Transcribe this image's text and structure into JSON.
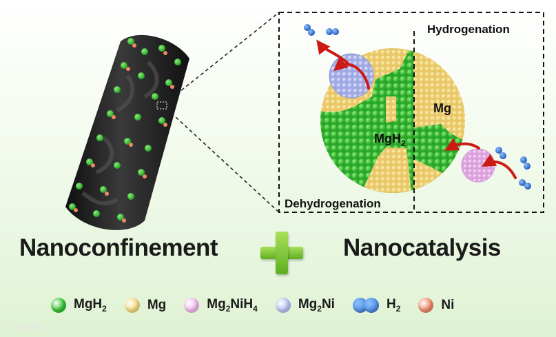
{
  "diagram": {
    "labels": {
      "hydrogenation": "Hydrogenation",
      "dehydrogenation": "Dehydrogenation",
      "mg": "Mg",
      "mgh2_main": "MgH",
      "mgh2_sub": "2"
    },
    "headlines": {
      "left": "Nanoconfinement",
      "right": "Nanocatalysis"
    },
    "legend": [
      {
        "label": "MgH",
        "sub": "2",
        "rest": "",
        "sub2": "",
        "color": "#33c233"
      },
      {
        "label": "Mg",
        "sub": "",
        "rest": "",
        "sub2": "",
        "color": "#f4d97e"
      },
      {
        "label": "Mg",
        "sub": "2",
        "rest": "NiH",
        "sub2": "4",
        "color": "#efb8ee"
      },
      {
        "label": "Mg",
        "sub": "2",
        "rest": "Ni",
        "sub2": "",
        "color": "#b8c2f2"
      },
      {
        "label": "H",
        "sub": "2",
        "rest": "",
        "sub2": "",
        "color": "#2f73d8"
      },
      {
        "label": "Ni",
        "sub": "",
        "rest": "",
        "sub2": "",
        "color": "#f08866"
      }
    ],
    "watermark": "大数跨境",
    "colors": {
      "mgh2": "#33c233",
      "mg": "#f4d97e",
      "mg2nih4": "#efb8ee",
      "mg2ni": "#b8c2f2",
      "h2": "#2f73d8",
      "ni": "#f08866",
      "arrow": "#cc1a14"
    }
  }
}
